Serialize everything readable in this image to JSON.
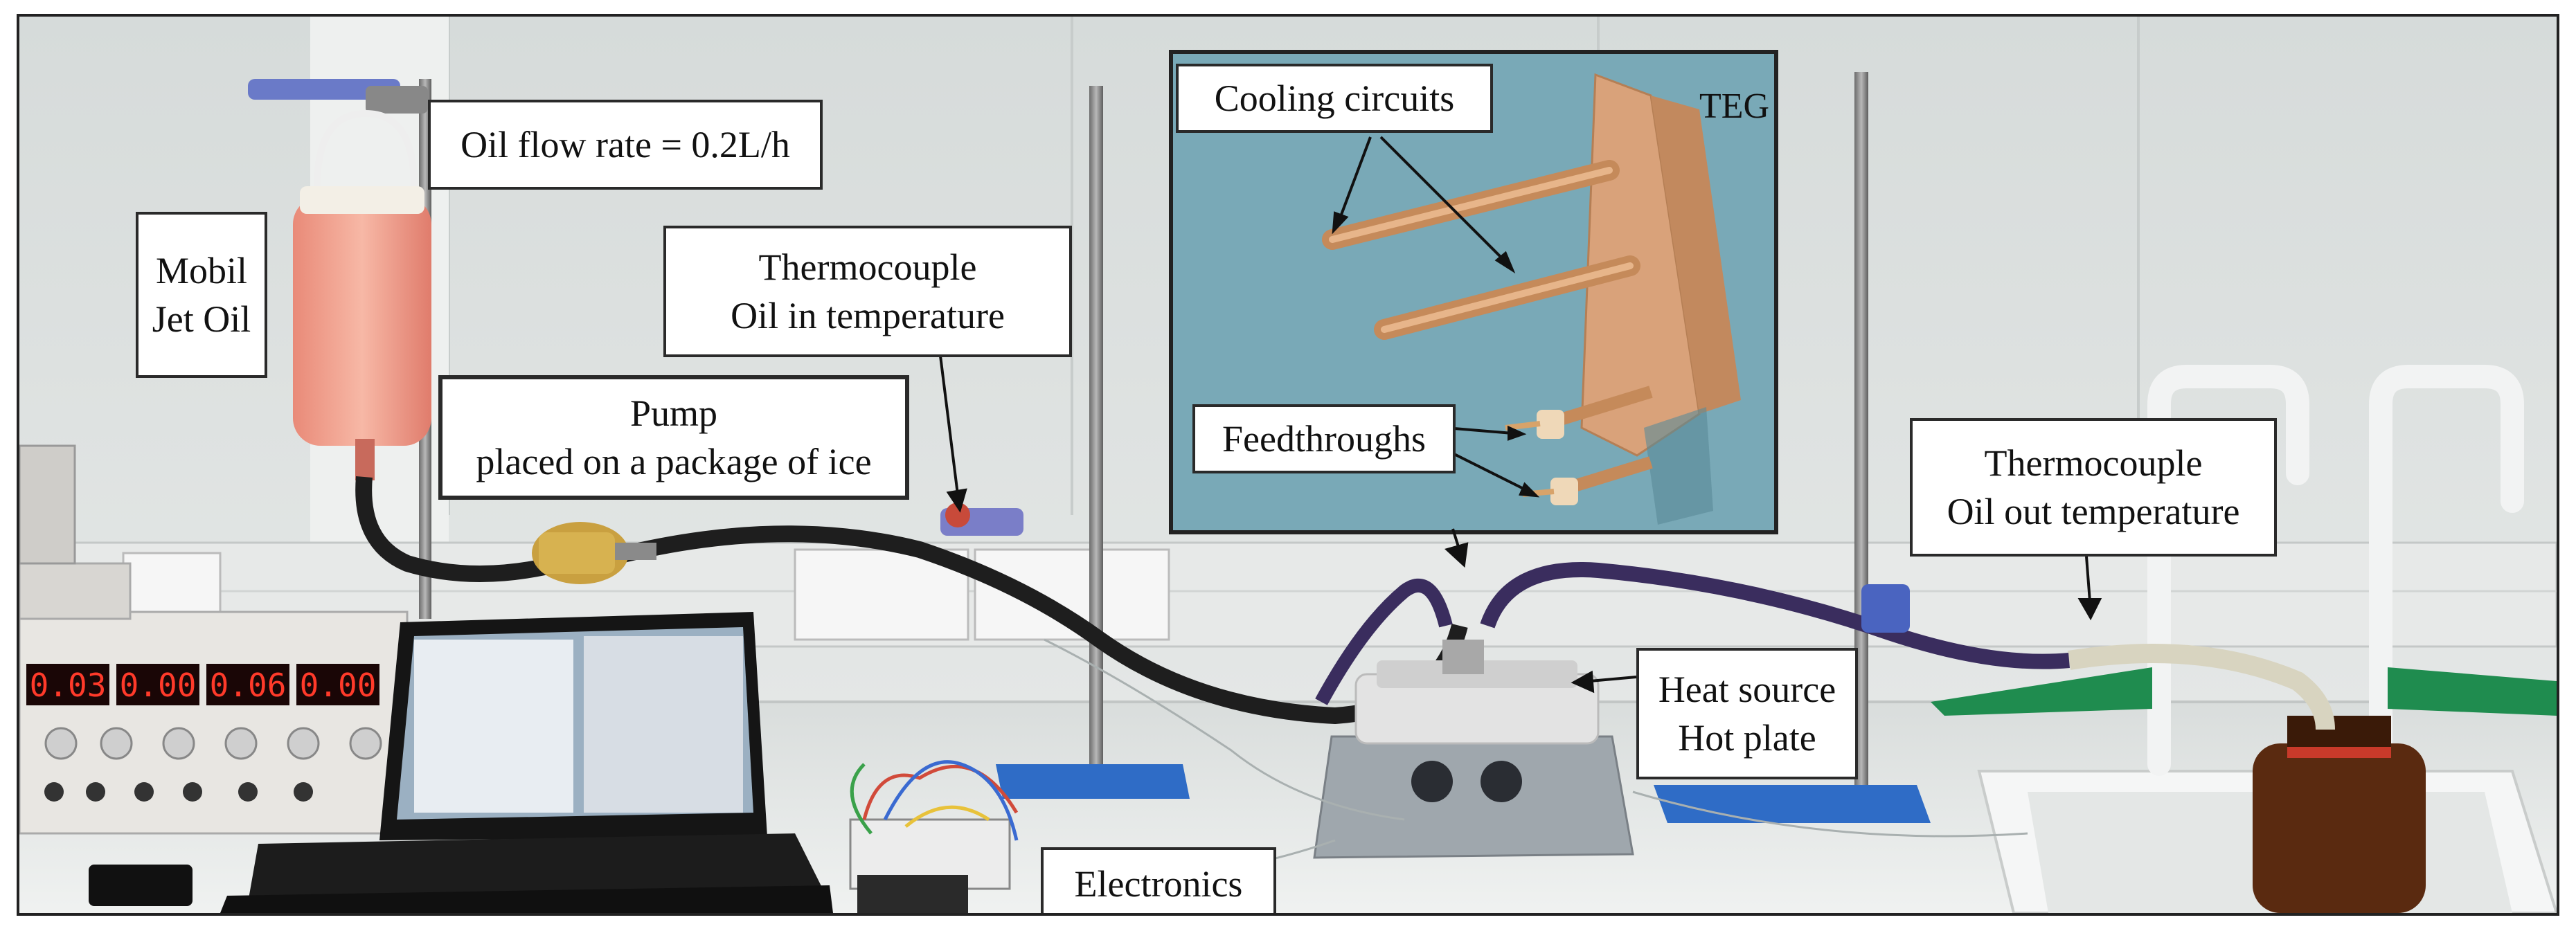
{
  "labels": {
    "oil_flow": "Oil flow rate = 0.2L/h",
    "mobil_line1": "Mobil",
    "mobil_line2": "Jet Oil",
    "pump_line1": "Pump",
    "pump_line2": "placed on a package of ice",
    "tc_in_line1": "Thermocouple",
    "tc_in_line2": "Oil in temperature",
    "tc_out_line1": "Thermocouple",
    "tc_out_line2": "Oil out temperature",
    "heat_line1": "Heat source",
    "heat_line2": "Hot plate",
    "electronics": "Electronics"
  },
  "inset": {
    "teg": "TEG",
    "cooling": "Cooling circuits",
    "feedthroughs": "Feedthroughs"
  },
  "power_supply": {
    "display_1a": "0.03",
    "display_1b": "0.00",
    "display_2a": "0.06",
    "display_2b": "0.00"
  },
  "colors": {
    "wall": "#dfe3e2",
    "bench": "#e9ecea",
    "inset_bg": "#79a9b7",
    "copper": "#d9a27a",
    "oil": "#f0a08f",
    "hose": "#3a2d5e",
    "stand_base": "#2f6cc6",
    "faucet_green": "#1f8c4f"
  }
}
